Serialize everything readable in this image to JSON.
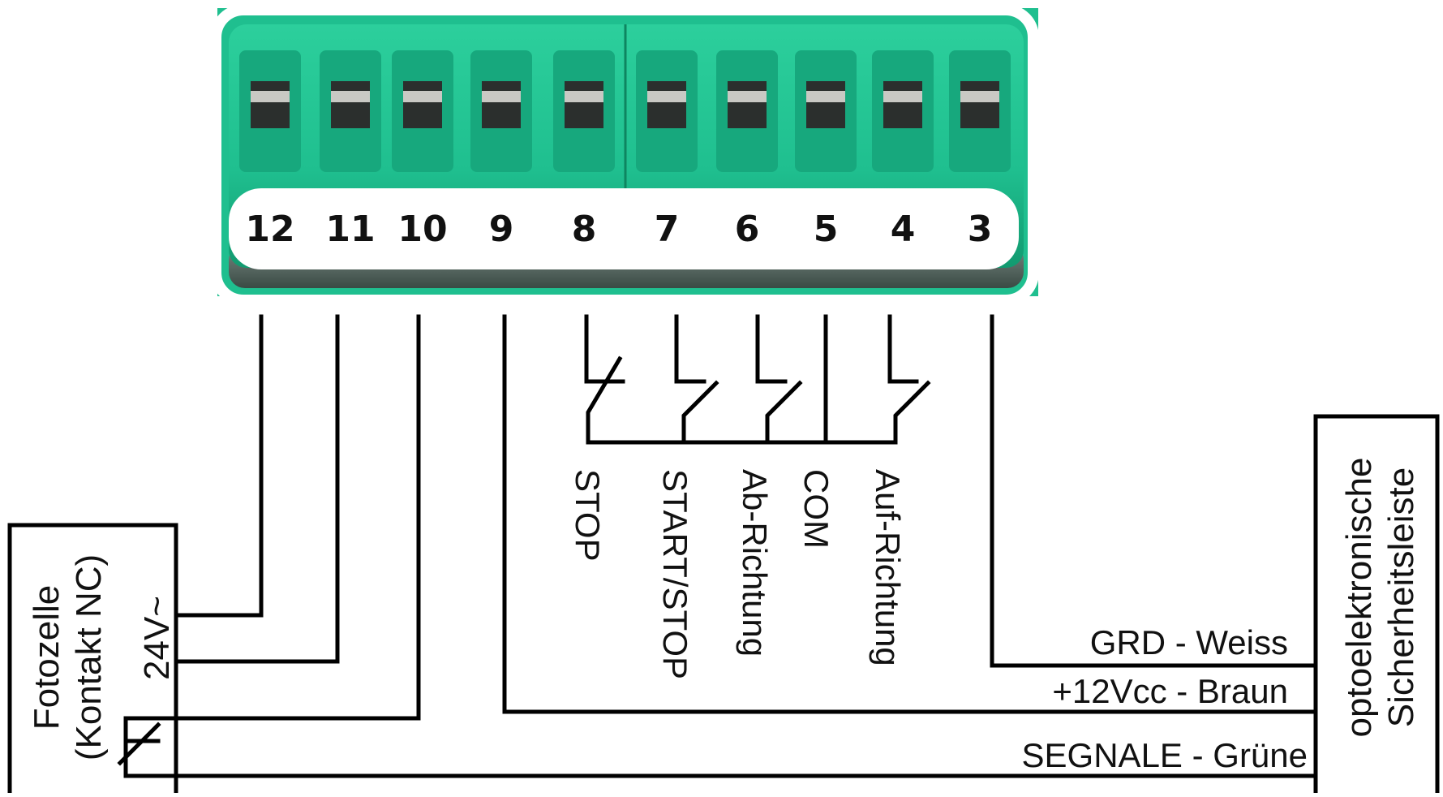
{
  "terminal_block": {
    "terminals": [
      "12",
      "11",
      "10",
      "9",
      "8",
      "7",
      "6",
      "5",
      "4",
      "3"
    ],
    "colors": {
      "housing": "#1fbf8f",
      "housing_dark": "#119a6f",
      "housing_light": "#3fd9a8",
      "label_strip": "#ffffff",
      "frame": "#ffffff"
    }
  },
  "switch_labels": {
    "stop": "STOP",
    "start_stop": "START/STOP",
    "ab_richtung": "Ab-Richtung",
    "com": "COM",
    "auf_richtung": "Auf-Richtung"
  },
  "photocell": {
    "line1": "Fotozelle",
    "line2": "(Kontakt NC)",
    "voltage": "24V~"
  },
  "safety_edge": {
    "line1": "optoelektronische",
    "line2": "Sicherheitsleiste"
  },
  "wire_labels": {
    "grd": "GRD - Weiss",
    "vcc": "+12Vcc - Braun",
    "segnale": "SEGNALE - Grüne"
  }
}
